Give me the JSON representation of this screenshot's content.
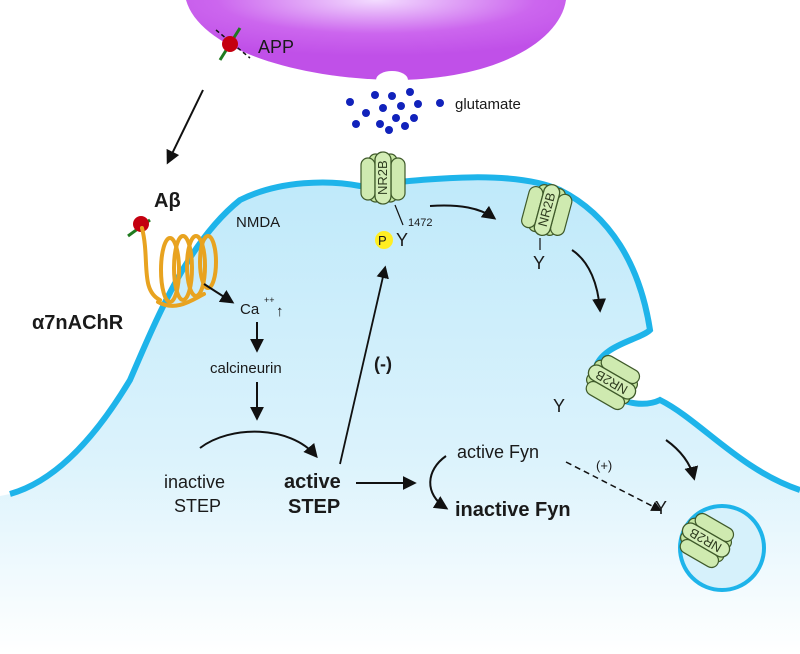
{
  "labels": {
    "app": "APP",
    "glutamate": "glutamate",
    "abeta": "Aβ",
    "a7nachr": "α7nAChR",
    "nmda": "NMDA",
    "ca": "Ca",
    "ca_sup": "++",
    "ca_arrow": "↑",
    "calcineurin": "calcineurin",
    "inactive_step_1": "inactive",
    "inactive_step_2": "STEP",
    "active_step_1": "active",
    "active_step_2": "STEP",
    "neg": "(-)",
    "pos": "(+)",
    "active_fyn": "active Fyn",
    "inactive_fyn": "inactive Fyn",
    "p": "P",
    "y": "Y",
    "y1472": "1472",
    "nr2b": "NR2B"
  },
  "colors": {
    "presynaptic": "#cc66ee",
    "cell_fill": "#d6f1fb",
    "membrane": "#1eb4ea",
    "receptor_fill": "#c6e6a2",
    "receptor_stroke": "#3f5a2a",
    "glutamate": "#1122bb",
    "phospho": "#ffee22",
    "abeta_bead": "#c40010",
    "coil": "#e8a320"
  }
}
